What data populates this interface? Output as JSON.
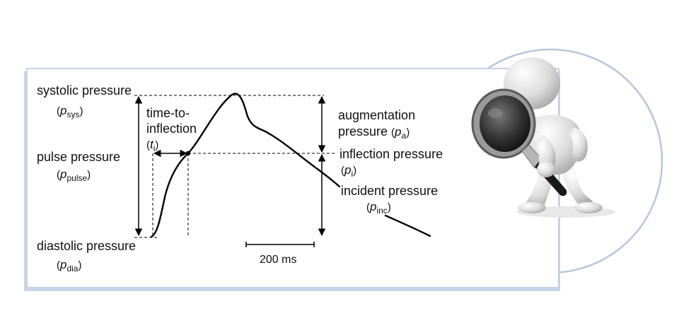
{
  "colors": {
    "frame_border": "#b7c6dc",
    "frame_shadow": "#c8d4e6",
    "curve": "#000000",
    "figure_body": "#e4e4e4",
    "lens_dark": "#333333"
  },
  "icons": {
    "figure": "person-with-magnifying-glass-icon"
  },
  "labels": {
    "systolic": {
      "name": "systolic pressure",
      "open": "(",
      "sym": "p",
      "sub": "sys",
      "close": ")"
    },
    "pulse": {
      "name": "pulse pressure",
      "open": "(",
      "sym": "p",
      "sub": "pulse",
      "close": ")"
    },
    "diastolic": {
      "name": "diastolic pressure",
      "open": "(",
      "sym": "p",
      "sub": "dia",
      "close": ")"
    },
    "time_to_inflection": {
      "line1": "time-to-",
      "line2": "inflection",
      "open": "(",
      "sym": "t",
      "sub": "i",
      "close": ")"
    },
    "augmentation": {
      "line1": "augmentation",
      "line2": "pressure",
      "open": "(",
      "sym": "p",
      "sub": "a",
      "close": ")"
    },
    "inflection": {
      "name": "inflection pressure",
      "open": "(",
      "sym": "p",
      "sub": "i",
      "close": ")"
    },
    "incident": {
      "name": "incident pressure",
      "open": "(",
      "sym": "p",
      "sub": "inc",
      "close": ")"
    }
  },
  "scale_bar": {
    "label": "200 ms"
  }
}
